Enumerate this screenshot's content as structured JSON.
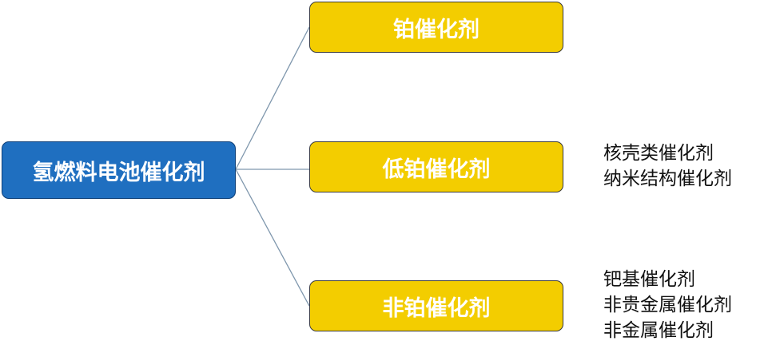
{
  "diagram": {
    "root": {
      "label": "氢燃料电池催化剂"
    },
    "branches": [
      {
        "label": "铂催化剂",
        "notes": []
      },
      {
        "label": "低铂催化剂",
        "notes": [
          "核壳类催化剂",
          "纳米结构催化剂"
        ]
      },
      {
        "label": "非铂催化剂",
        "notes": [
          "钯基催化剂",
          "非贵金属催化剂",
          "非金属催化剂"
        ]
      }
    ],
    "colors": {
      "root_fill": "#1f6fc0",
      "branch_fill": "#f3cd00",
      "connector": "#7f97ad",
      "text_light": "#ffffff",
      "text_dark": "#111111"
    }
  }
}
